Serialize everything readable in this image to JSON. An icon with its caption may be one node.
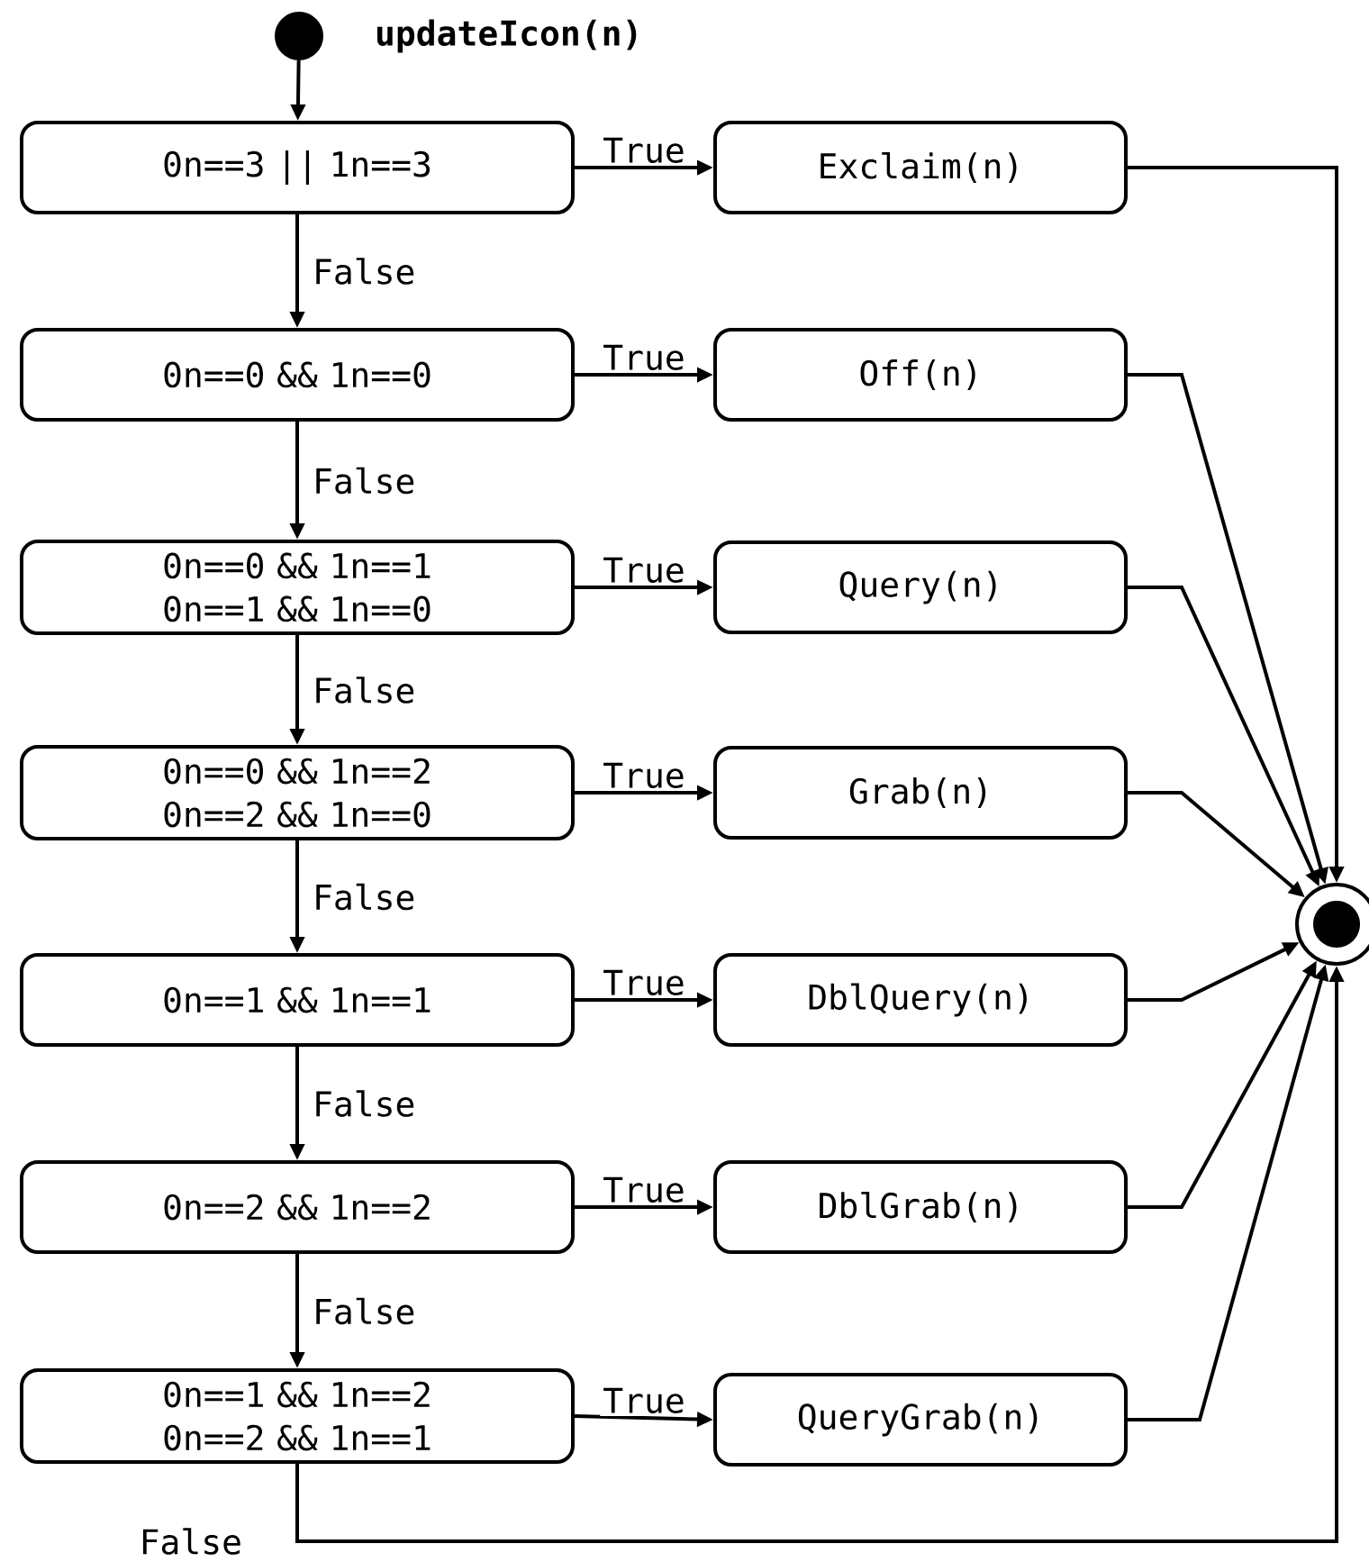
{
  "diagram": {
    "nodes": [
      {
        "text": [],
        "shape": "circle",
        "beside": [
          "updateIcon(n)"
        ]
      },
      {
        "text": [
          "0n==3 || 1n==3"
        ]
      },
      {
        "text": [
          "0n==0 && 1n==0"
        ]
      },
      {
        "text": [
          "0n==0 && 1n==1 0n==1 && 1n==0"
        ]
      },
      {
        "text": [
          "0n==0 && 1n==2 0n==2 && 1n==0"
        ]
      },
      {
        "text": [
          "0n==1 && 1n==1"
        ]
      },
      {
        "text": [
          "0n==2 && 1n==2"
        ]
      },
      {
        "text": [
          "0n==1 && 1n==2 0n==2 && 1n==1"
        ]
      },
      {
        "text": [
          "Exclaim(n)"
        ]
      },
      {
        "text": [
          "Off(n)"
        ]
      },
      {
        "text": [
          "Query(n)"
        ]
      },
      {
        "text": [
          "Grab(n)"
        ]
      },
      {
        "text": [
          "DblQuery(n)"
        ]
      },
      {
        "text": [
          "DblGrab(n)"
        ]
      },
      {
        "text": [
          "QueryGrab(n)"
        ]
      },
      {
        "text": [],
        "shape": "circle"
      }
    ],
    "edges": [
      {
        "from": 0,
        "to": 1,
        "arrow": "to"
      },
      {
        "from": 1,
        "to": 8,
        "arrow": "to",
        "label": "True"
      },
      {
        "from": 1,
        "to": 2,
        "arrow": "to",
        "label": "False"
      },
      {
        "from": 2,
        "to": 9,
        "arrow": "to",
        "label": "True"
      },
      {
        "from": 2,
        "to": 3,
        "arrow": "to",
        "label": "False"
      },
      {
        "from": 3,
        "to": 10,
        "arrow": "to",
        "label": "True"
      },
      {
        "from": 3,
        "to": 4,
        "arrow": "to",
        "label": "False"
      },
      {
        "from": 4,
        "to": 11,
        "arrow": "to",
        "label": "True"
      },
      {
        "from": 4,
        "to": 5,
        "arrow": "to",
        "label": "False"
      },
      {
        "from": 5,
        "to": 12,
        "arrow": "to",
        "label": "True"
      },
      {
        "from": 5,
        "to": 6,
        "arrow": "to",
        "label": "False"
      },
      {
        "from": 6,
        "to": 13,
        "arrow": "to",
        "label": "True"
      },
      {
        "from": 6,
        "to": 7,
        "arrow": "to",
        "label": "False"
      },
      {
        "from": 7,
        "to": 14,
        "arrow": "to",
        "label": "True"
      },
      {
        "from": 7,
        "to": 15,
        "arrow": "to",
        "label": "False"
      },
      {
        "from": 8,
        "to": 15,
        "arrow": "to"
      },
      {
        "from": 9,
        "to": 15,
        "arrow": "to"
      },
      {
        "from": 10,
        "to": 15,
        "arrow": "to"
      },
      {
        "from": 11,
        "to": 15,
        "arrow": "to"
      },
      {
        "from": 12,
        "to": 15,
        "arrow": "to"
      },
      {
        "from": 13,
        "to": 15,
        "arrow": "to"
      },
      {
        "from": 14,
        "to": 15,
        "arrow": "to"
      }
    ]
  }
}
